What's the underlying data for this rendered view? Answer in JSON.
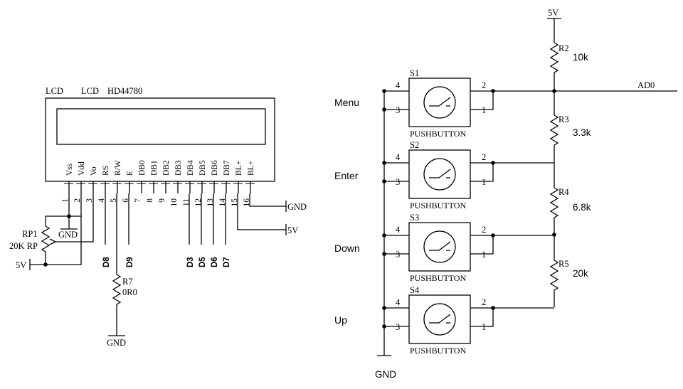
{
  "lcd": {
    "title_left": "LCD",
    "title_right": "LCD",
    "part": "HD44780",
    "pin_names": [
      "Vss",
      "Vdd",
      "Vo",
      "RS",
      "R/W",
      "E",
      "DB0",
      "DB1",
      "DB2",
      "DB3",
      "DB4",
      "DB5",
      "DB6",
      "DB7",
      "BL+",
      "BL+"
    ],
    "pin_numbers": [
      "1",
      "2",
      "3",
      "4",
      "5",
      "6",
      "7",
      "8",
      "9",
      "10",
      "11",
      "12",
      "13",
      "14",
      "15",
      "16"
    ],
    "gnd_top": "GND",
    "gnd_mid": "GND",
    "gnd_bottom": "GND",
    "v5_bl": "5V",
    "v5_pot": "5V",
    "pot_ref": "RP1",
    "pot_value": "20K RP",
    "res_ref": "R7",
    "res_value": "0R0",
    "signal_labels": [
      "D8",
      "D9",
      "D3",
      "D5",
      "D6",
      "D7"
    ]
  },
  "keypad": {
    "supply": "5V",
    "output": "AD0",
    "ground": "GND",
    "resistors": [
      {
        "ref": "R2",
        "value": "10k"
      },
      {
        "ref": "R3",
        "value": "3.3k"
      },
      {
        "ref": "R4",
        "value": "6.8k"
      },
      {
        "ref": "R5",
        "value": "20k"
      }
    ],
    "buttons": [
      {
        "ref": "S1",
        "name": "Menu",
        "part": "PUSHBUTTON",
        "pins": [
          "4",
          "3",
          "2",
          "1"
        ]
      },
      {
        "ref": "S2",
        "name": "Enter",
        "part": "PUSHBUTTON",
        "pins": [
          "4",
          "3",
          "2",
          "1"
        ]
      },
      {
        "ref": "S3",
        "name": "Down",
        "part": "PUSHBUTTON",
        "pins": [
          "4",
          "3",
          "2",
          "1"
        ]
      },
      {
        "ref": "S4",
        "name": "Up",
        "part": "PUSHBUTTON",
        "pins": [
          "4",
          "3",
          "2",
          "1"
        ]
      }
    ]
  }
}
